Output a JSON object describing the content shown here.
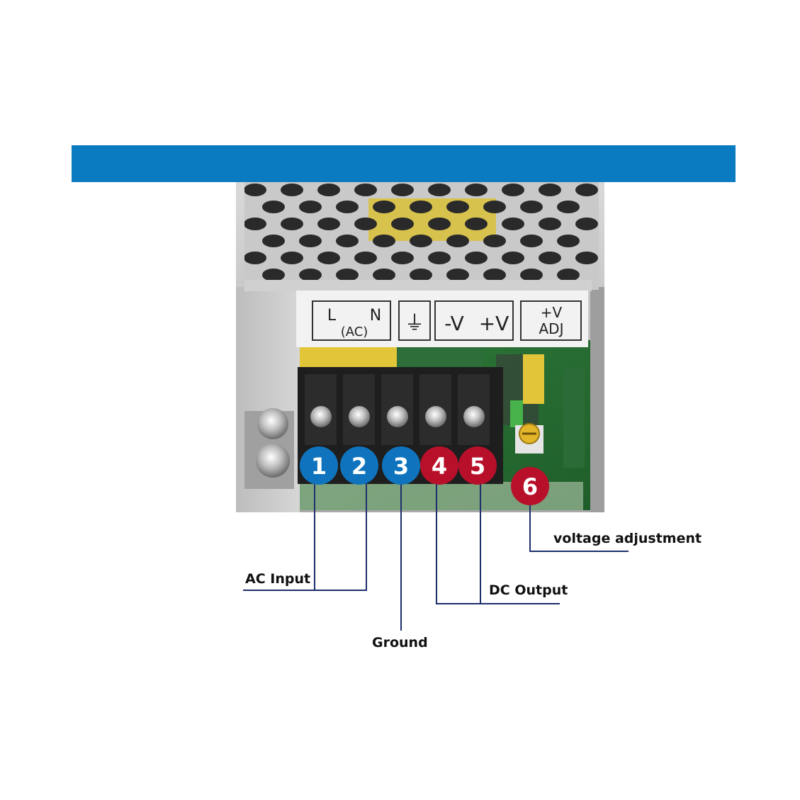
{
  "colors": {
    "banner": "#0a7bc0",
    "badge_blue": "#0f74bd",
    "badge_red": "#b8102a",
    "leader_line": "#1c2f6b",
    "chassis": "#bfbfbf"
  },
  "panel_label": {
    "ac_group": {
      "L": "L",
      "N": "N",
      "sub": "(AC)"
    },
    "ground_symbol": "⏚",
    "minus_v": "-V",
    "plus_v": "+V",
    "adj_top": "+V",
    "adj_bottom": "ADJ"
  },
  "terminals": [
    {
      "number": "1",
      "color": "blue"
    },
    {
      "number": "2",
      "color": "blue"
    },
    {
      "number": "3",
      "color": "blue"
    },
    {
      "number": "4",
      "color": "red"
    },
    {
      "number": "5",
      "color": "red"
    },
    {
      "number": "6",
      "color": "red"
    }
  ],
  "callouts": {
    "ac_input": "AC Input",
    "ground": "Ground",
    "dc_output": "DC Output",
    "voltage_adjustment": "voltage adjustment"
  }
}
